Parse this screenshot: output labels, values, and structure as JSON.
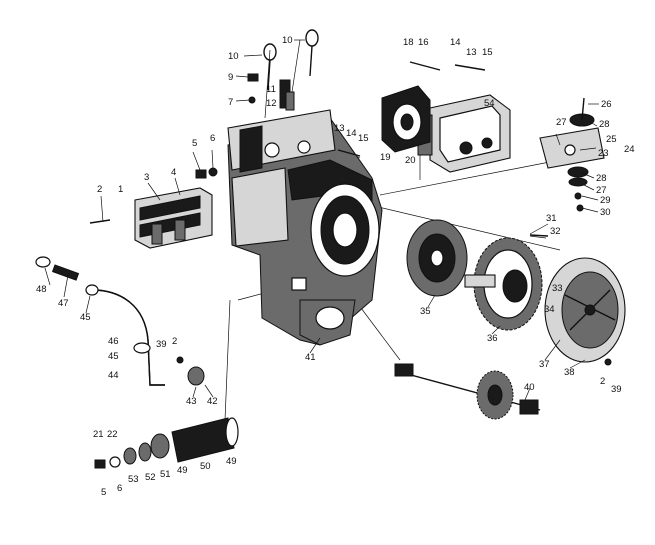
{
  "callouts": [
    {
      "id": "c1",
      "text": "10"
    },
    {
      "id": "c2",
      "text": "10"
    },
    {
      "id": "c3",
      "text": "9"
    },
    {
      "id": "c4",
      "text": "7"
    },
    {
      "id": "c5",
      "text": "11"
    },
    {
      "id": "c6",
      "text": "12"
    },
    {
      "id": "c7",
      "text": "5"
    },
    {
      "id": "c8",
      "text": "6"
    },
    {
      "id": "c9",
      "text": "18"
    },
    {
      "id": "c10",
      "text": "16"
    },
    {
      "id": "c11",
      "text": "14"
    },
    {
      "id": "c12",
      "text": "13"
    },
    {
      "id": "c13",
      "text": "15"
    },
    {
      "id": "c14",
      "text": "54"
    },
    {
      "id": "c15",
      "text": "13"
    },
    {
      "id": "c16",
      "text": "14"
    },
    {
      "id": "c17",
      "text": "15"
    },
    {
      "id": "c18",
      "text": "19"
    },
    {
      "id": "c19",
      "text": "20"
    },
    {
      "id": "c20",
      "text": "26"
    },
    {
      "id": "c21",
      "text": "27"
    },
    {
      "id": "c22",
      "text": "28"
    },
    {
      "id": "c23",
      "text": "25"
    },
    {
      "id": "c24",
      "text": "23"
    },
    {
      "id": "c25",
      "text": "24"
    },
    {
      "id": "c26",
      "text": "28"
    },
    {
      "id": "c27",
      "text": "27"
    },
    {
      "id": "c28",
      "text": "29"
    },
    {
      "id": "c29",
      "text": "30"
    },
    {
      "id": "c30",
      "text": "2"
    },
    {
      "id": "c31",
      "text": "1"
    },
    {
      "id": "c32",
      "text": "3"
    },
    {
      "id": "c33",
      "text": "4"
    },
    {
      "id": "c34",
      "text": "31"
    },
    {
      "id": "c35",
      "text": "32"
    },
    {
      "id": "c36",
      "text": "48"
    },
    {
      "id": "c37",
      "text": "47"
    },
    {
      "id": "c38",
      "text": "45"
    },
    {
      "id": "c39",
      "text": "33"
    },
    {
      "id": "c40",
      "text": "34"
    },
    {
      "id": "c41",
      "text": "35"
    },
    {
      "id": "c42",
      "text": "36"
    },
    {
      "id": "c43",
      "text": "41"
    },
    {
      "id": "c44",
      "text": "46"
    },
    {
      "id": "c45",
      "text": "39"
    },
    {
      "id": "c46",
      "text": "2"
    },
    {
      "id": "c47",
      "text": "45"
    },
    {
      "id": "c48",
      "text": "44"
    },
    {
      "id": "c49",
      "text": "43"
    },
    {
      "id": "c50",
      "text": "42"
    },
    {
      "id": "c51",
      "text": "37"
    },
    {
      "id": "c52",
      "text": "38"
    },
    {
      "id": "c53",
      "text": "2"
    },
    {
      "id": "c54",
      "text": "39"
    },
    {
      "id": "c55",
      "text": "40"
    },
    {
      "id": "c56",
      "text": "21"
    },
    {
      "id": "c57",
      "text": "22"
    },
    {
      "id": "c58",
      "text": "5"
    },
    {
      "id": "c59",
      "text": "6"
    },
    {
      "id": "c60",
      "text": "53"
    },
    {
      "id": "c61",
      "text": "52"
    },
    {
      "id": "c62",
      "text": "51"
    },
    {
      "id": "c63",
      "text": "49"
    },
    {
      "id": "c64",
      "text": "50"
    },
    {
      "id": "c65",
      "text": "49"
    }
  ]
}
